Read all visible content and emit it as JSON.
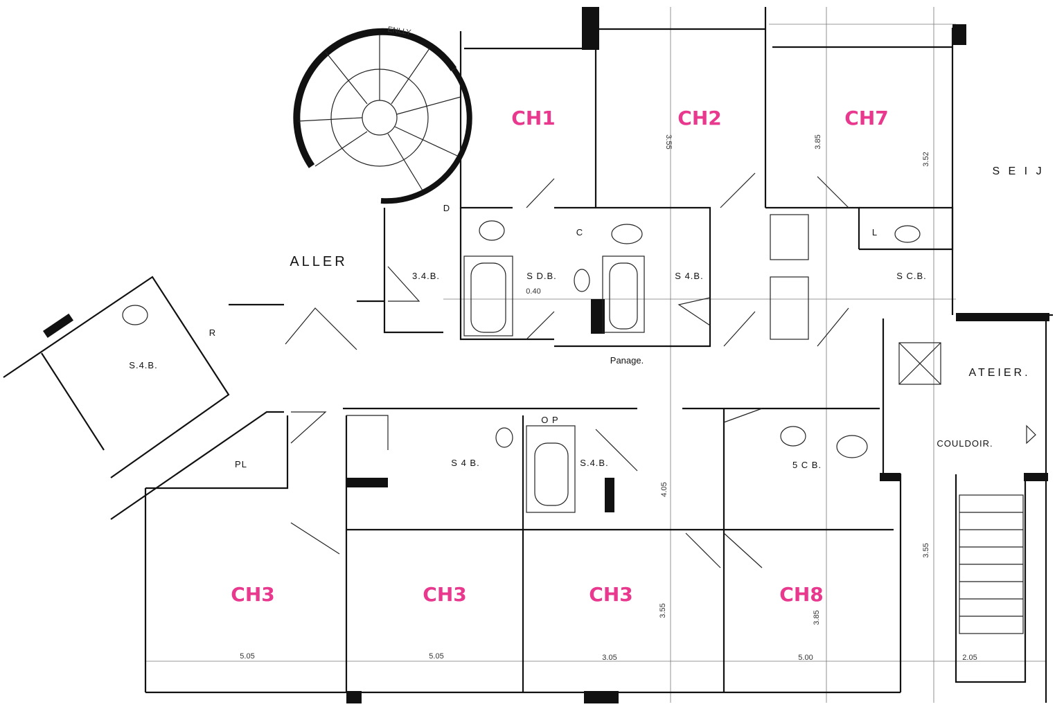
{
  "plan": {
    "accent_color": "#e8398f",
    "rooms": {
      "ch1": "CH1",
      "ch2": "CH2",
      "ch7": "CH7",
      "ch3a": "CH3",
      "ch3b": "CH3",
      "ch3c": "CH3",
      "ch8": "CH8"
    },
    "labels": {
      "aller": "ALLER",
      "sab_left": "S.4.B.",
      "sab_1": "3.4.B.",
      "sdb": "S D.B.",
      "sab_2": "S 4.B.",
      "scb_top": "S C.B.",
      "sab_bottom_1": "S 4 B.",
      "sab_bottom_2": "S.4.B.",
      "scb_bottom": "5 C B.",
      "ateier": "ATEIER.",
      "couldoir": "COULDOIR.",
      "passage": "Panage.",
      "pl": "PL",
      "r": "R",
      "d": "D",
      "c": "C",
      "l": "L",
      "op": "O P",
      "seij": "S E I J",
      "entry": "ENLLY"
    },
    "dimensions": {
      "w1": "5.05",
      "w2": "5.05",
      "w3": "3.05",
      "w4": "5.00",
      "w5": "2.05",
      "h_ch2": "3.55",
      "h_ch7": "3.85",
      "h_ch7b": "3.52",
      "h_bottom": "3.55",
      "h_ch8": "3.85",
      "h_mid": "4.05",
      "h_couloir": "3.55",
      "d_040": "0.40"
    }
  }
}
